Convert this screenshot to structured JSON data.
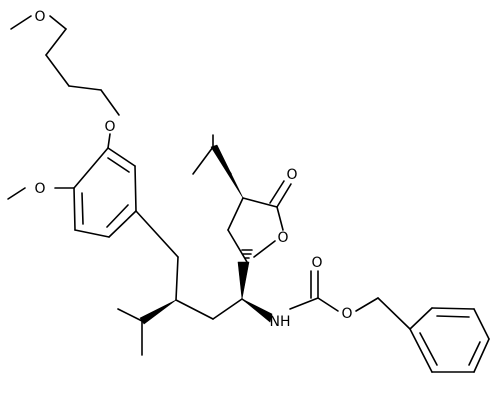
{
  "molecule": {
    "atom_labels": {
      "methoxy_o": "O",
      "chain_o1": "O",
      "chain_o2": "O",
      "ring_o": "O",
      "carbonyl_o": "O",
      "carbamate_n": "NH",
      "carbamate_co": "O",
      "carbamate_o": "O"
    }
  }
}
